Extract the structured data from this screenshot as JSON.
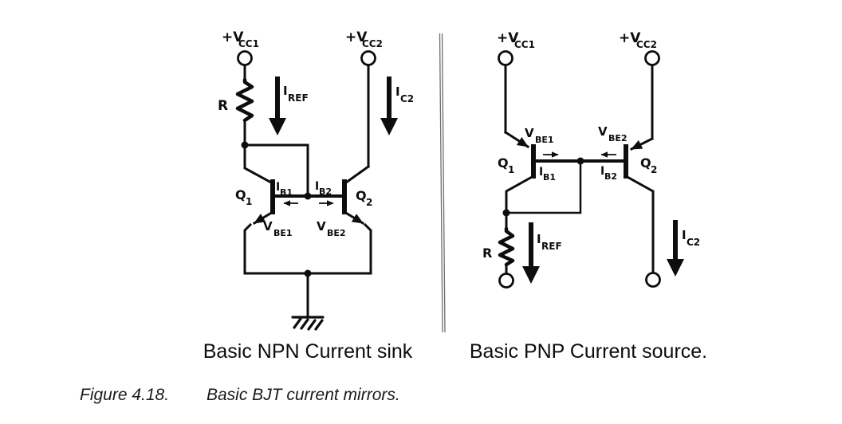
{
  "figure_caption": {
    "number": "Figure 4.18.",
    "title": "Basic BJT current mirrors."
  },
  "left": {
    "caption": "Basic NPN Current sink",
    "supply1": {
      "main": "+V",
      "sub": "CC1"
    },
    "supply2": {
      "main": "+V",
      "sub": "CC2"
    },
    "resistor_label": "R",
    "i_ref": {
      "main": "I",
      "sub": "REF"
    },
    "i_c2": {
      "main": "I",
      "sub": "C2"
    },
    "q1": {
      "main": "Q",
      "sub": "1"
    },
    "q2": {
      "main": "Q",
      "sub": "2"
    },
    "i_b1": {
      "main": "I",
      "sub": "B1"
    },
    "i_b2": {
      "main": "I",
      "sub": "B2"
    },
    "v_be1": {
      "main": "V",
      "sub": "BE1"
    },
    "v_be2": {
      "main": "V",
      "sub": "BE2"
    }
  },
  "right": {
    "caption": "Basic PNP Current source.",
    "supply1": {
      "main": "+V",
      "sub": "CC1"
    },
    "supply2": {
      "main": "+V",
      "sub": "CC2"
    },
    "resistor_label": "R",
    "i_ref": {
      "main": "I",
      "sub": "REF"
    },
    "i_c2": {
      "main": "I",
      "sub": "C2"
    },
    "q1": {
      "main": "Q",
      "sub": "1"
    },
    "q2": {
      "main": "Q",
      "sub": "2"
    },
    "i_b1": {
      "main": "I",
      "sub": "B1"
    },
    "i_b2": {
      "main": "I",
      "sub": "B2"
    },
    "v_be1": {
      "main": "V",
      "sub": "BE1"
    },
    "v_be2": {
      "main": "V",
      "sub": "BE2"
    }
  },
  "colors": {
    "ink": "#0d0d0d",
    "divider": "#6e6e6e",
    "background": "#ffffff"
  }
}
